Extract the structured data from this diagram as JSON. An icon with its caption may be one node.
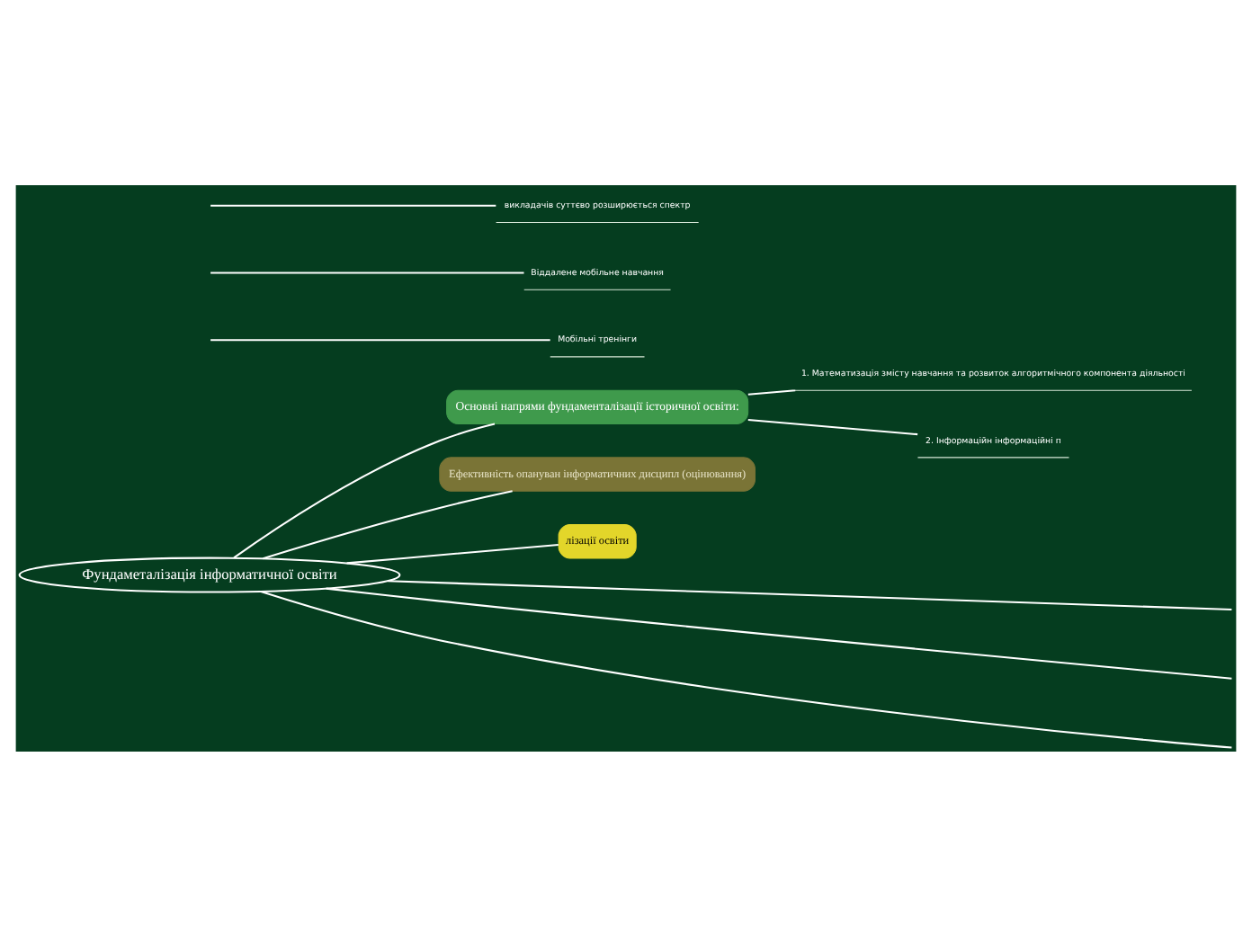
{
  "diagram": {
    "nodes": [
      {
        "text": [
          "Фундаметалізація інформатичної освіти"
        ]
      },
      {
        "text": [
          "Основні напрями фундаменталізації історичної освіти:"
        ]
      },
      {
        "text": [
          "1. Математизація змісту навчання та розвиток алгоритмічного компонента діяльності"
        ]
      },
      {
        "text": [
          "2. Інформаційн інформаційні п"
        ]
      },
      {
        "text": [
          "Ефективність опануван інформатичних дисципл (оцінювання)"
        ]
      },
      {
        "text": [
          "лізації освіти"
        ]
      },
      {
        "text": [
          "Мобільні тренінги"
        ]
      },
      {
        "text": [
          "Віддалене мобільне навчання"
        ]
      },
      {
        "text": [
          "викладачів суттєво розширюється спектр"
        ]
      }
    ],
    "edges": [
      {
        "from": 0,
        "to": 1,
        "arrow": "none"
      },
      {
        "from": 1,
        "to": 2,
        "arrow": "none"
      },
      {
        "from": 1,
        "to": 3,
        "arrow": "none"
      },
      {
        "from": 0,
        "to": 4,
        "arrow": "none"
      },
      {
        "from": 0,
        "to": null,
        "arrow": "none"
      },
      {
        "from": 0,
        "to": 5,
        "arrow": "none"
      },
      {
        "from": 0,
        "to": null,
        "arrow": "none"
      },
      {
        "from": 0,
        "to": null,
        "arrow": "none"
      },
      {
        "from": null,
        "to": 6,
        "arrow": "none"
      },
      {
        "from": null,
        "to": 7,
        "arrow": "none"
      },
      {
        "from": null,
        "to": 8,
        "arrow": "none"
      }
    ]
  }
}
